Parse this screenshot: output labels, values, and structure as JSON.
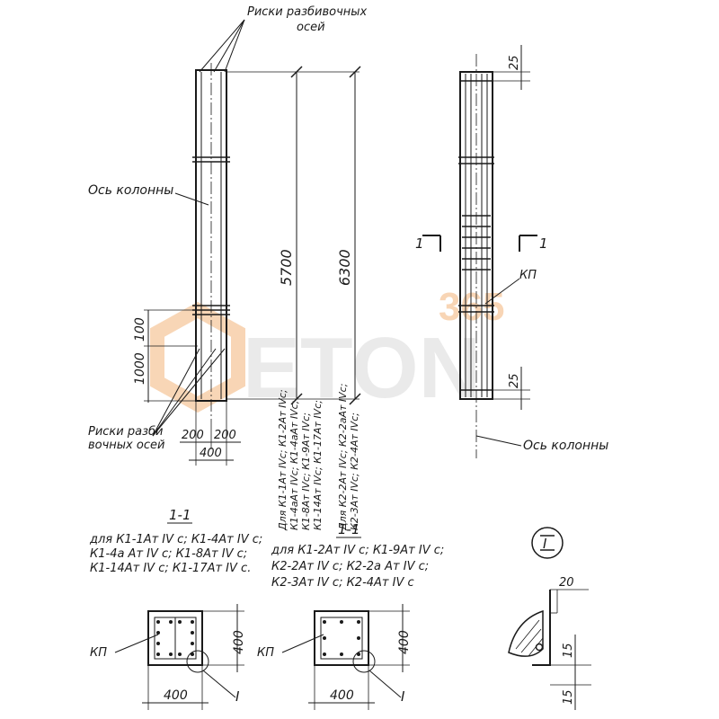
{
  "labels": {
    "risk_top": "Риски разбивочных",
    "risk_top_2": "осей",
    "column_axis_left": "Ось колонны",
    "risk_bottom": "Риски разби",
    "risk_bottom_2": "вочных осей",
    "column_axis_right": "Ось колонны",
    "kp_side": "КП",
    "kp_sec1": "КП",
    "kp_sec2": "КП",
    "mark_I_1": "I",
    "mark_I_2": "I",
    "circle_I": "I",
    "cut_left": "1",
    "cut_right": "1"
  },
  "dimensions": {
    "d5700": "5700",
    "d6300": "6300",
    "d100": "100",
    "d1000": "1000",
    "d200a": "200",
    "d200b": "200",
    "d400_elev": "400",
    "d25_top": "25",
    "d25_bot": "25",
    "s1_w": "400",
    "s1_h": "400",
    "s2_w": "400",
    "s2_h": "400",
    "det_20": "20",
    "det_15a": "15",
    "det_15b": "15"
  },
  "vertical_notes": {
    "v1": "Для К1-1Ат IVс; К1-2Ат IVс;",
    "v2": "К1-4аАт IVс; К1-4аАт IVс;",
    "v3": "К1-8Ат IVс; К1-9Ат IVс;",
    "v4": "К1-14Ат IVс; К1-17Ат IVс;",
    "v5": "Для К2-2Ат IVс; К2-2аАт IVс;",
    "v6": "К2-3Ат IVс; К2-4Ат IVс;"
  },
  "section1": {
    "title": "1-1",
    "line1": "для К1-1Ат IV с; К1-4Ат IV с;",
    "line2": "К1-4а Ат IV с; К1-8Ат IV с;",
    "line3": "К1-14Ат IV с; К1-17Ат IV с."
  },
  "section2": {
    "title": "1-1",
    "line1": "для К1-2Ат IV с; К1-9Ат IV с;",
    "line2": "К2-2Ат IV с; К2-2а Ат IV с;",
    "line3": "К2-3Ат IV с; К2-4Ат IV с"
  },
  "watermark": {
    "text": "ETON",
    "number": "365",
    "color": "#f3b47a"
  }
}
